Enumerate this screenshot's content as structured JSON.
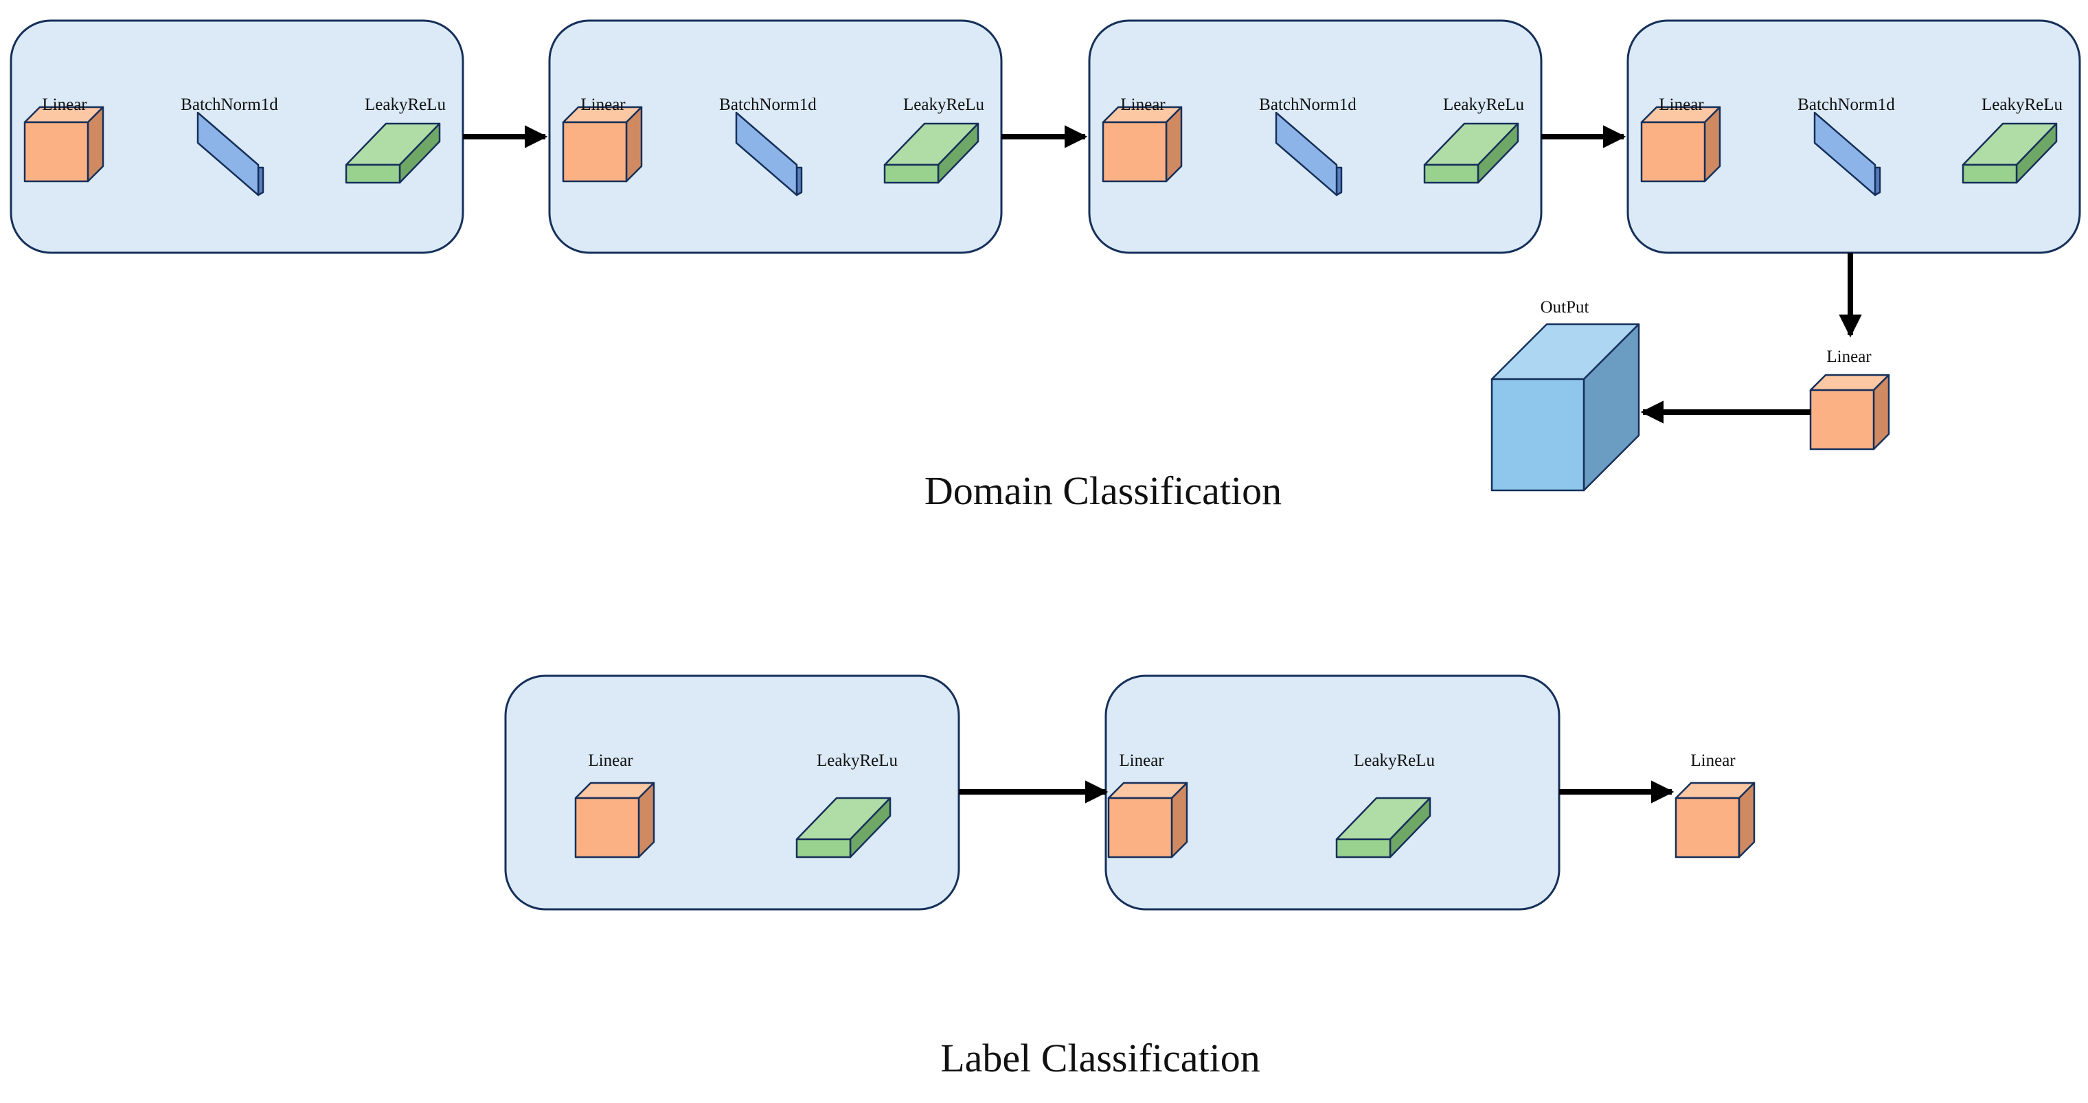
{
  "colors": {
    "block_fill": "#dbeaf6",
    "block_stroke": "#16305a",
    "linear": {
      "front": "#fbb184",
      "top": "#fcc7a3",
      "side": "#d08a62"
    },
    "batchnorm": {
      "front": "#8db4e8",
      "side": "#5a7fbf"
    },
    "leakyrelu": {
      "front": "#99d18f",
      "top": "#b0dca6",
      "side": "#6fa866"
    },
    "output": {
      "front": "#8ec6ec",
      "top": "#acd6f2",
      "side": "#6b9dc2"
    },
    "arrow": "#000000"
  },
  "domain": {
    "title": "Domain Classification",
    "blocks": [
      {
        "labels": [
          "Linear",
          "BatchNorm1d",
          "LeakyReLu"
        ]
      },
      {
        "labels": [
          "Linear",
          "BatchNorm1d",
          "LeakyReLu"
        ]
      },
      {
        "labels": [
          "Linear",
          "BatchNorm1d",
          "LeakyReLu"
        ]
      },
      {
        "labels": [
          "Linear",
          "BatchNorm1d",
          "LeakyReLu"
        ]
      }
    ],
    "final_linear": "Linear",
    "output": "OutPut"
  },
  "label": {
    "title": "Label Classification",
    "blocks": [
      {
        "labels": [
          "Linear",
          "LeakyReLu"
        ]
      },
      {
        "labels": [
          "Linear",
          "LeakyReLu"
        ]
      }
    ],
    "final_linear": "Linear"
  }
}
